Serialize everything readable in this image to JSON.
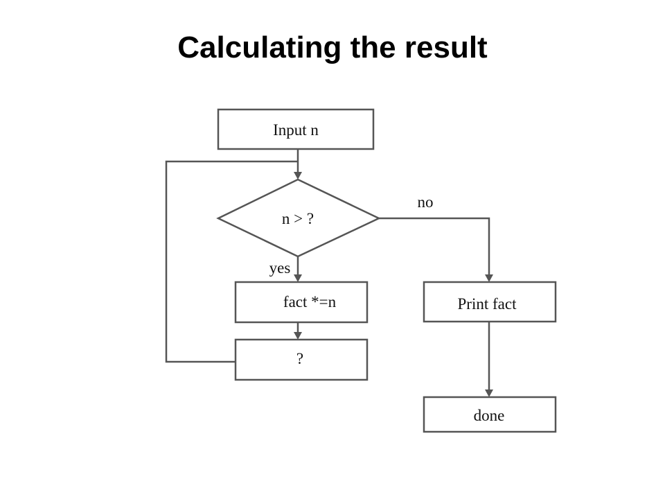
{
  "title": "Calculating the result",
  "nodes": {
    "input": "Input n",
    "decision": "n > ?",
    "multiply": "fact *=n",
    "step": "?",
    "print": "Print fact",
    "done": "done"
  },
  "edges": {
    "yes": "yes",
    "no": "no"
  }
}
